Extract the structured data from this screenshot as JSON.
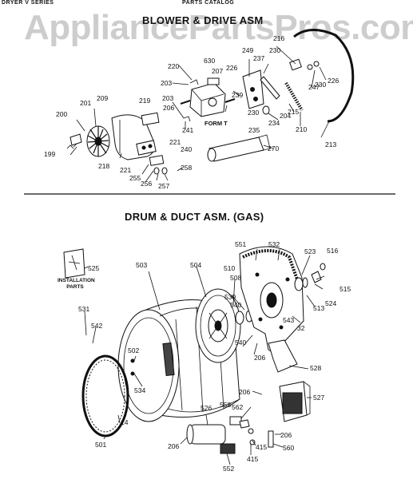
{
  "header": {
    "series": "DRYER V SERIES",
    "catalog": "PARTS CATALOG"
  },
  "watermark": "AppliancePartsPros.com",
  "section_blower": {
    "title": "BLOWER & DRIVE ASM"
  },
  "section_drum": {
    "title": "DRUM & DUCT ASM. (GAS)"
  },
  "form_label": "FORM T",
  "installation_label": "INSTALLATION PARTS",
  "blower_labels": [
    "220",
    "630",
    "207",
    "203",
    "226",
    "239",
    "203",
    "206",
    "219",
    "209",
    "201",
    "200",
    "199",
    "218",
    "221",
    "241",
    "240",
    "221",
    "255",
    "256",
    "257",
    "258",
    "249",
    "237",
    "216",
    "230",
    "226",
    "247",
    "230",
    "204",
    "215",
    "210",
    "230",
    "234",
    "235",
    "213",
    "270"
  ],
  "drum_labels": [
    "551",
    "532",
    "523",
    "516",
    "525",
    "503",
    "504",
    "510",
    "508",
    "539",
    "540",
    "513",
    "524",
    "515",
    "543",
    "32",
    "531",
    "542",
    "502",
    "534",
    "540",
    "206",
    "528",
    "206",
    "558",
    "562",
    "527",
    "526",
    "206",
    "560",
    "415",
    "415",
    "552",
    "501",
    "14"
  ]
}
